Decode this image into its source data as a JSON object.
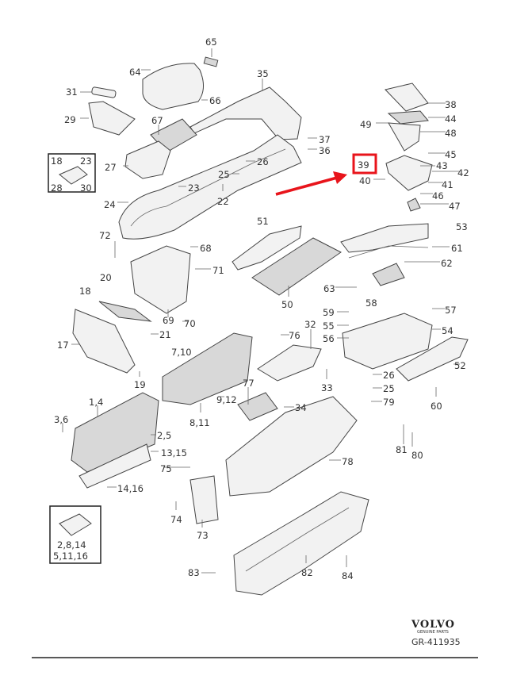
{
  "diagram": {
    "highlighted_part": "39",
    "highlight_color": "#e8141b",
    "labels": {
      "p65": "65",
      "p64": "64",
      "p31": "31",
      "p66": "66",
      "p35": "35",
      "p29": "29",
      "p67": "67",
      "p37": "37",
      "p36": "36",
      "p38": "38",
      "p44": "44",
      "p49": "49",
      "p48": "48",
      "p45": "45",
      "p39": "39",
      "p43": "43",
      "p42": "42",
      "p41": "41",
      "p46": "46",
      "p40": "40",
      "p47": "47",
      "p18a": "18",
      "p23a": "23",
      "p28": "28",
      "p30": "30",
      "p27": "27",
      "p26a": "26",
      "p25a": "25",
      "p23b": "23",
      "p24": "24",
      "p22": "22",
      "p51": "51",
      "p53": "53",
      "p72": "72",
      "p68": "68",
      "p71": "71",
      "p61": "61",
      "p62": "62",
      "p20": "20",
      "p18b": "18",
      "p63": "63",
      "p50": "50",
      "p58": "58",
      "p59": "59",
      "p57": "57",
      "p55": "55",
      "p56": "56",
      "p32": "32",
      "p76": "76",
      "p54": "54",
      "p17": "17",
      "p21": "21",
      "p69": "69",
      "p70": "70",
      "p7_10": "7,10",
      "p52": "52",
      "p19": "19",
      "p33": "33",
      "p26b": "26",
      "p25b": "25",
      "p77": "77",
      "p79": "79",
      "p60": "60",
      "p9_12": "9,12",
      "p8_11": "8,11",
      "p34": "34",
      "p1_4": "1,4",
      "p3_6": "3,6",
      "p2_5": "2,5",
      "p13_15": "13,15",
      "p81": "81",
      "p80": "80",
      "p78": "78",
      "p75": "75",
      "p14_16": "14,16",
      "p74": "74",
      "p73": "73",
      "p2_8_14": "2,8,14",
      "p5_11_16": "5,11,16",
      "p83": "83",
      "p82": "82",
      "p84": "84"
    }
  },
  "footer": {
    "brand": "VOLVO",
    "brand_sub": "GENUINE PARTS",
    "drawing_code": "GR-411935"
  }
}
